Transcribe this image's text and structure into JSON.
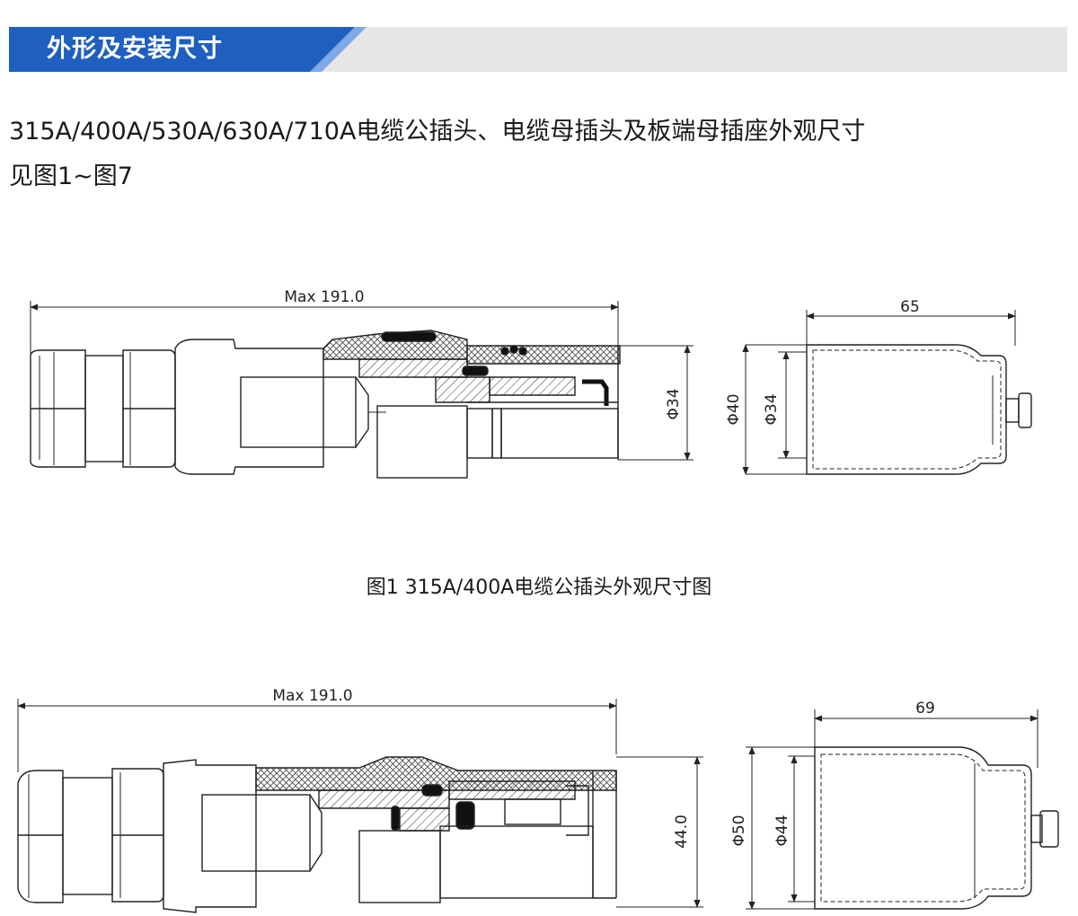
{
  "header": {
    "title": "外形及安装尺寸",
    "accent_color": "#1f5fbf",
    "bar_color": "#e6e6e6"
  },
  "intro": {
    "line1": "315A/400A/530A/630A/710A电缆公插头、电缆母插头及板端母插座外观尺寸",
    "line2": "见图1~图7"
  },
  "figure1": {
    "length_label": "Max 191.0",
    "width_label": "65",
    "dia_side_label": "Φ34",
    "dia_outer_label": "Φ40",
    "dia_inner_label": "Φ34",
    "caption": "图1 315A/400A电缆公插头外观尺寸图"
  },
  "figure2": {
    "length_label": "Max 191.0",
    "width_label": "69",
    "dia_side_label": "44.0",
    "dia_outer_label": "Φ50",
    "dia_inner_label": "Φ44"
  }
}
